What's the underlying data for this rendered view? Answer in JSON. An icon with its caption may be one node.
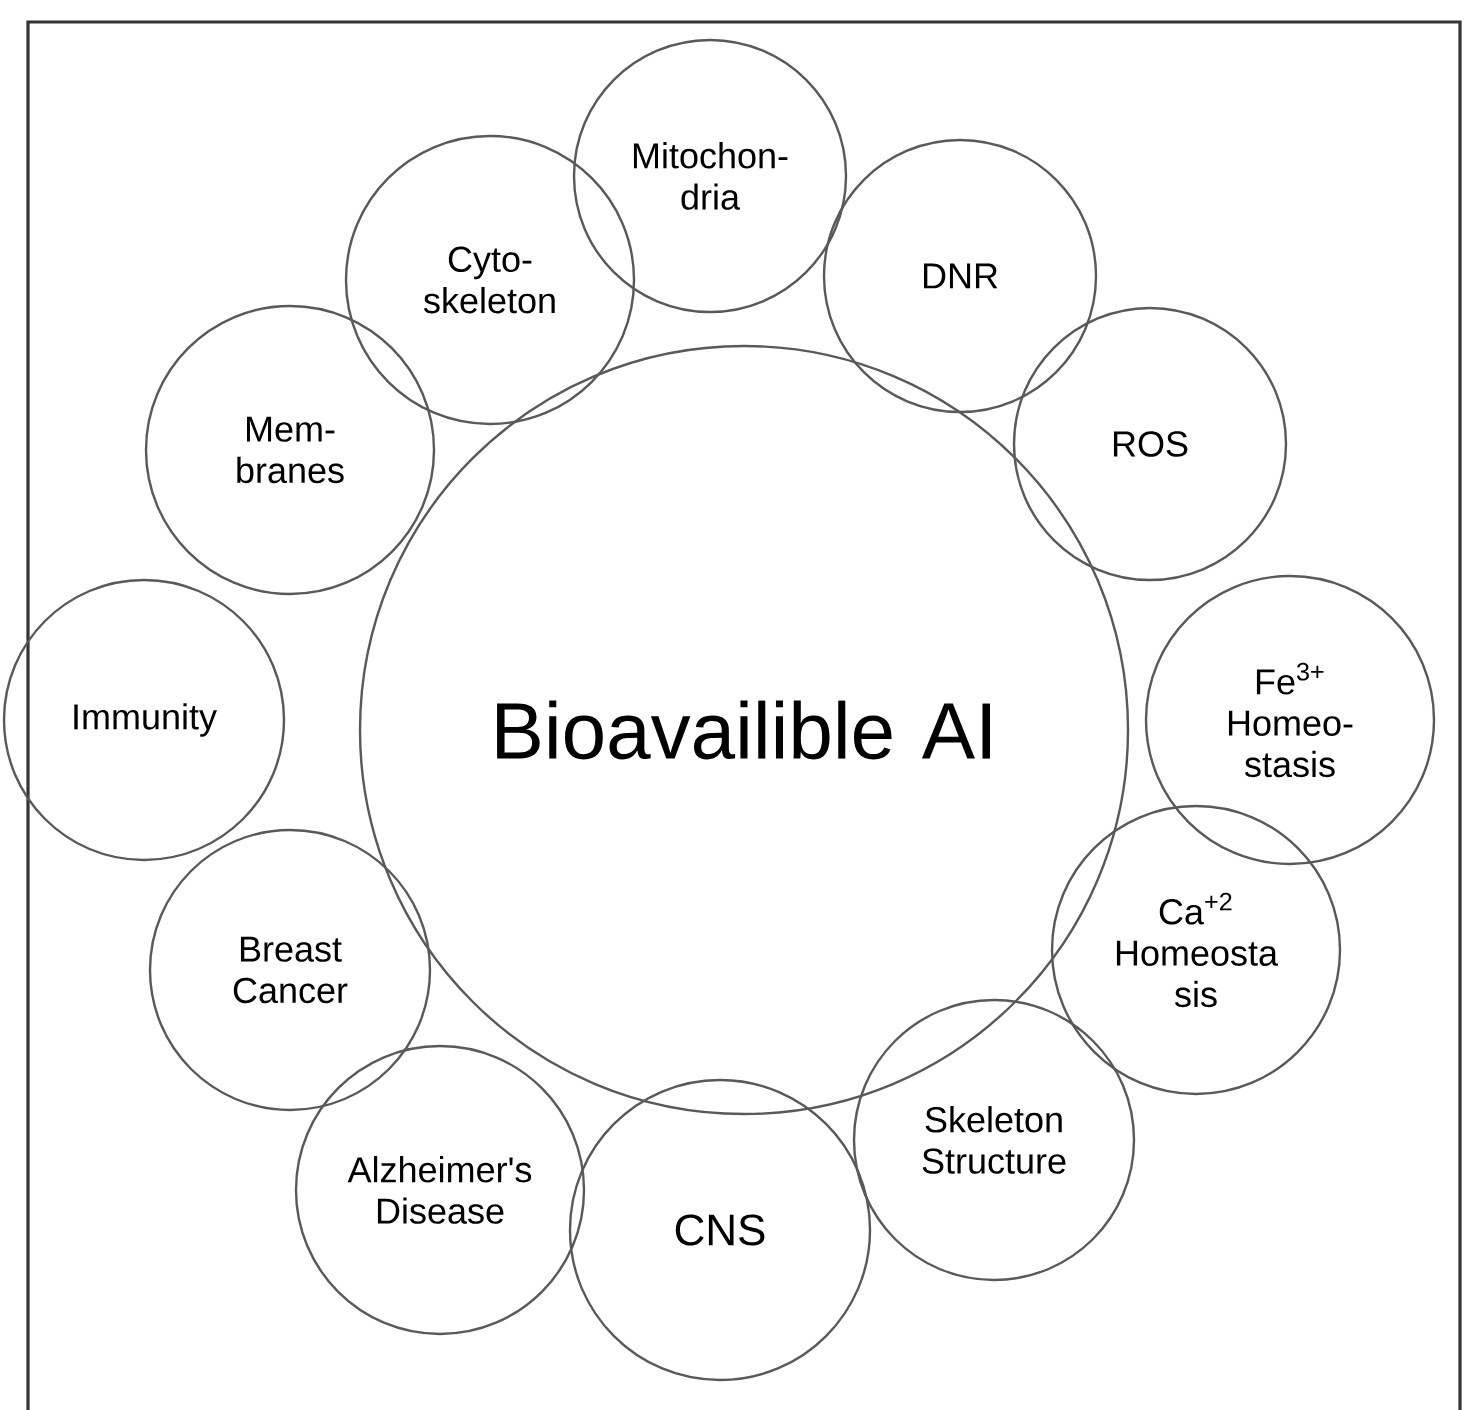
{
  "diagram": {
    "nodes": [
      {
        "text": [
          "Bioavailible AI"
        ]
      },
      {
        "text": [
          "Mitochon- dria"
        ]
      },
      {
        "text": [
          "DNR"
        ]
      },
      {
        "text": [
          "ROS"
        ]
      },
      {
        "text": [
          "Fe$^{3+}$ Homeo- stasis"
        ]
      },
      {
        "text": [
          "Ca$^{+2}$ Homeosta sis"
        ]
      },
      {
        "text": [
          "Skeleton Structure"
        ]
      },
      {
        "text": [
          "CNS"
        ]
      },
      {
        "text": [
          "Alzheimer's Disease"
        ]
      },
      {
        "text": [
          "Breast Cancer"
        ]
      },
      {
        "text": [
          "Immunity"
        ]
      },
      {
        "text": [
          "Mem- branes"
        ]
      },
      {
        "text": [
          "Cyto- skeleton"
        ]
      }
    ]
  }
}
